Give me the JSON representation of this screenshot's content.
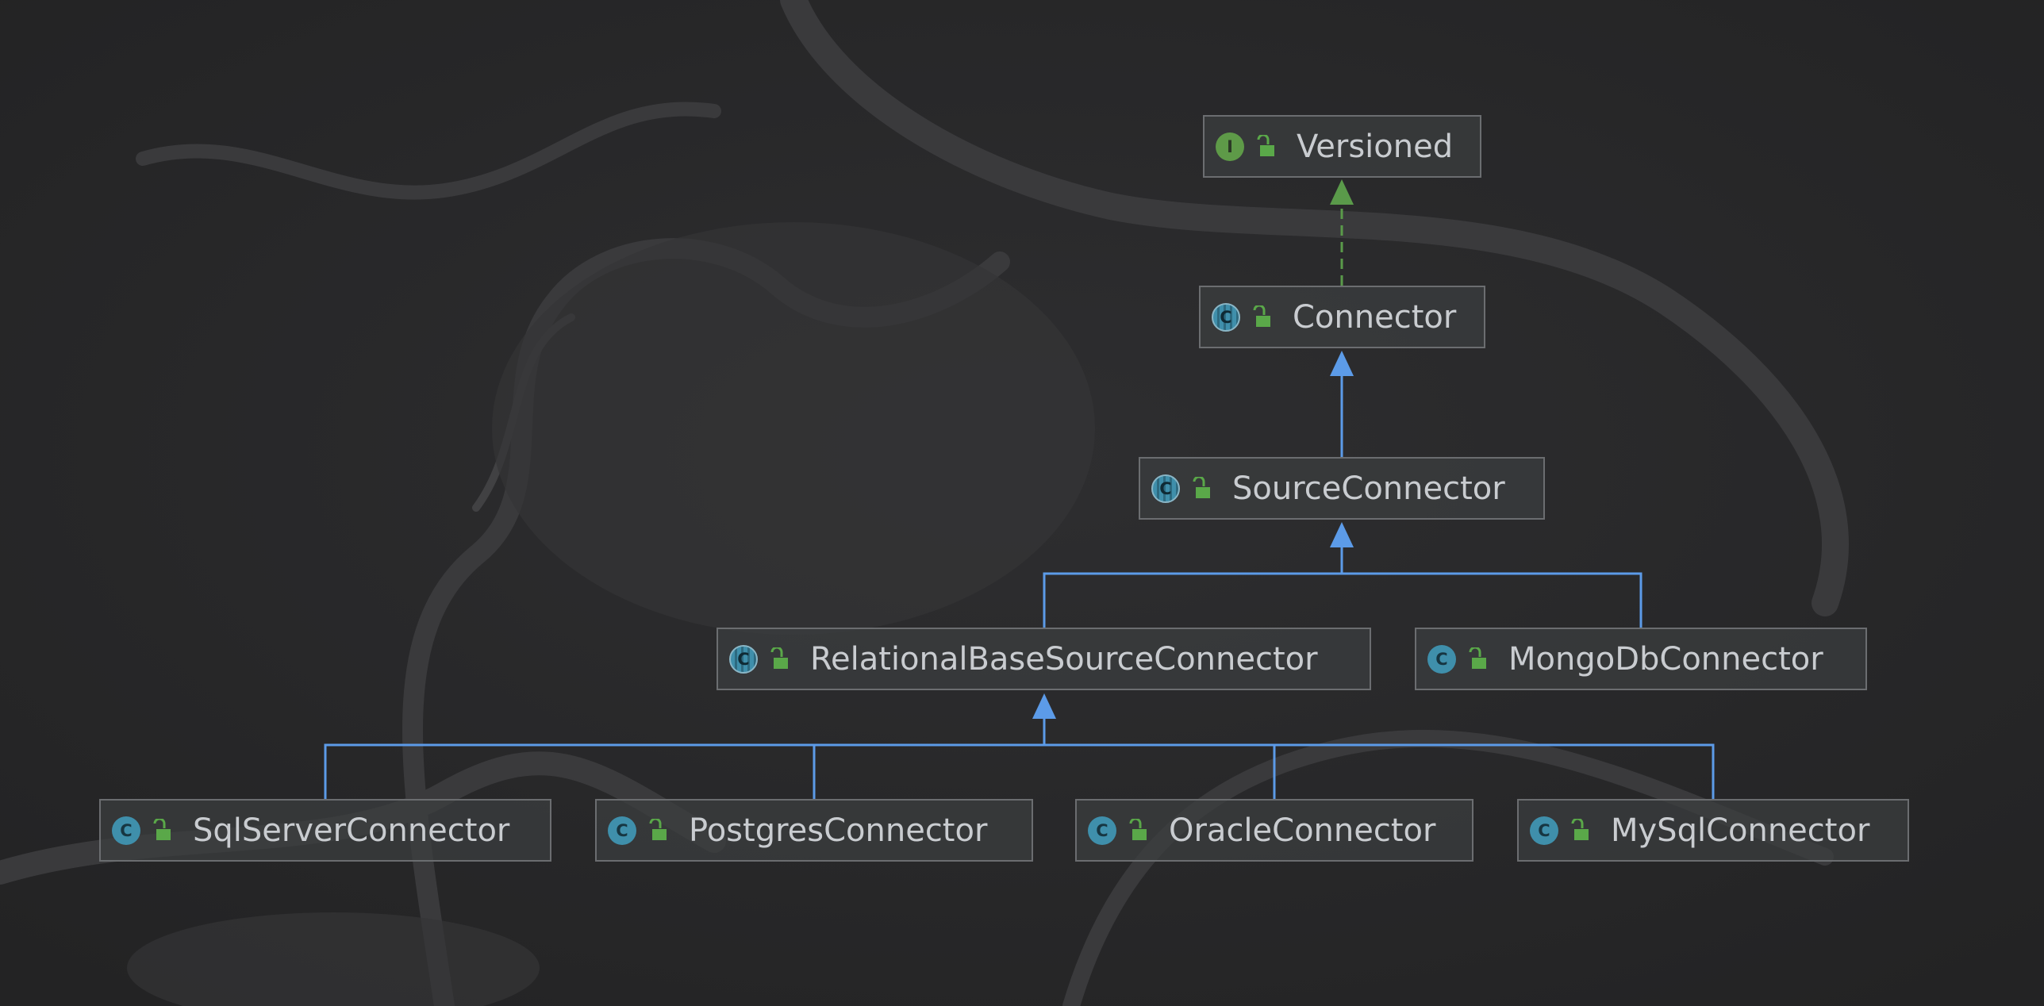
{
  "diagram": {
    "title": "",
    "colors": {
      "extends_edge": "#5c9be8",
      "implements_edge": "#5a9a4a",
      "interface_badge": "#5e9a48",
      "class_badge": "#3f8fab",
      "lock": "#5aa849",
      "node_border": "#6b6d70",
      "node_text": "#c9ccd0"
    },
    "nodes": [
      {
        "id": "versioned",
        "label": "Versioned",
        "kind": "interface",
        "badge": "I"
      },
      {
        "id": "connector",
        "label": "Connector",
        "kind": "abstract",
        "badge": "C"
      },
      {
        "id": "source-connector",
        "label": "SourceConnector",
        "kind": "abstract",
        "badge": "C"
      },
      {
        "id": "relational-base-source-connector",
        "label": "RelationalBaseSourceConnector",
        "kind": "abstract",
        "badge": "C"
      },
      {
        "id": "mongodb-connector",
        "label": "MongoDbConnector",
        "kind": "class",
        "badge": "C"
      },
      {
        "id": "sqlserver-connector",
        "label": "SqlServerConnector",
        "kind": "class",
        "badge": "C"
      },
      {
        "id": "postgres-connector",
        "label": "PostgresConnector",
        "kind": "class",
        "badge": "C"
      },
      {
        "id": "oracle-connector",
        "label": "OracleConnector",
        "kind": "class",
        "badge": "C"
      },
      {
        "id": "mysql-connector",
        "label": "MySqlConnector",
        "kind": "class",
        "badge": "C"
      }
    ],
    "edges": [
      {
        "from": "connector",
        "to": "versioned",
        "type": "implements"
      },
      {
        "from": "source-connector",
        "to": "connector",
        "type": "extends"
      },
      {
        "from": "relational-base-source-connector",
        "to": "source-connector",
        "type": "extends"
      },
      {
        "from": "mongodb-connector",
        "to": "source-connector",
        "type": "extends"
      },
      {
        "from": "sqlserver-connector",
        "to": "relational-base-source-connector",
        "type": "extends"
      },
      {
        "from": "postgres-connector",
        "to": "relational-base-source-connector",
        "type": "extends"
      },
      {
        "from": "oracle-connector",
        "to": "relational-base-source-connector",
        "type": "extends"
      },
      {
        "from": "mysql-connector",
        "to": "relational-base-source-connector",
        "type": "extends"
      }
    ]
  }
}
